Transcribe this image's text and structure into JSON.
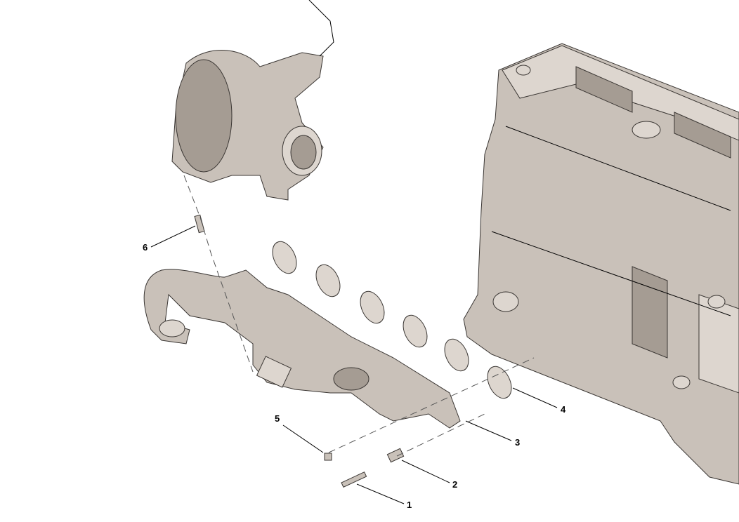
{
  "callouts": [
    {
      "id": "1"
    },
    {
      "id": "2"
    },
    {
      "id": "3"
    },
    {
      "id": "4"
    },
    {
      "id": "5"
    },
    {
      "id": "6"
    }
  ],
  "colors": {
    "part_fill": "#c9c1b9",
    "outline": "#3a3633"
  }
}
